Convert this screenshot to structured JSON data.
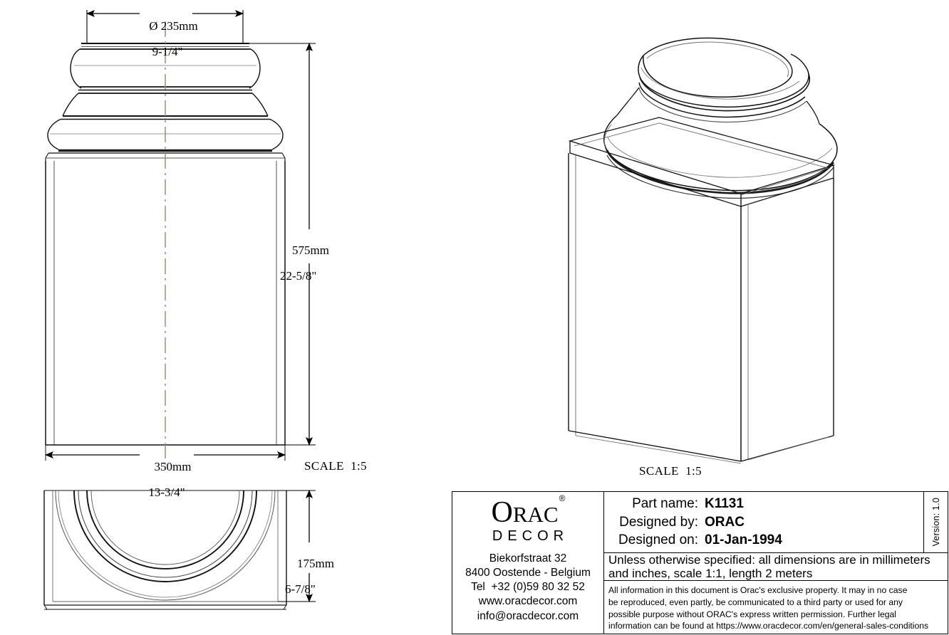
{
  "document": {
    "type": "technical-drawing",
    "part_number": "K1131"
  },
  "views": {
    "front": {
      "name": "front-elevation",
      "scale_label": "SCALE  1:5",
      "dimensions": {
        "top_diameter": {
          "mm": "Ø 235mm",
          "inch": "9-1/4\""
        },
        "height": {
          "mm": "575mm",
          "inch": "22-5/8\""
        },
        "width": {
          "mm": "350mm",
          "inch": "13-3/4\""
        }
      }
    },
    "bottom": {
      "name": "bottom-plan-view",
      "dimensions": {
        "depth": {
          "mm": "175mm",
          "inch": "6-7/8\""
        }
      }
    },
    "isometric": {
      "name": "isometric-view",
      "scale_label": "SCALE  1:5"
    }
  },
  "titleblock": {
    "logo": {
      "brand_o": "O",
      "brand_rest": "RAC",
      "registered": "®",
      "subtitle": "DECOR"
    },
    "address": [
      "Biekorfstraat 32",
      "8400 Oostende - Belgium",
      "Tel  +32 (0)59 80 32 52",
      "www.oracdecor.com",
      "info@oracdecor.com"
    ],
    "fields": [
      {
        "label": "Part name:",
        "value": "K1131"
      },
      {
        "label": "Designed by:",
        "value": "ORAC"
      },
      {
        "label": "Designed on:",
        "value": "01-Jan-1994"
      }
    ],
    "version": "Version: 1.0",
    "note": "Unless otherwise specified: all dimensions are in millimeters\nand inches, scale 1:1, length 2 meters",
    "legal": "All information in this document is Orac's exclusive property.  It may in no case\nbe reproduced, even partly, be communicated to a third party or used for any\npossible purpose without ORAC's express written permission. Further legal\ninformation can be found at https://www.oracdecor.com/en/general-sales-conditions"
  },
  "colors": {
    "line": "#1a1a1a",
    "thin_line": "#3a3a3a",
    "centerline": "#9b8b78",
    "background": "#ffffff"
  }
}
